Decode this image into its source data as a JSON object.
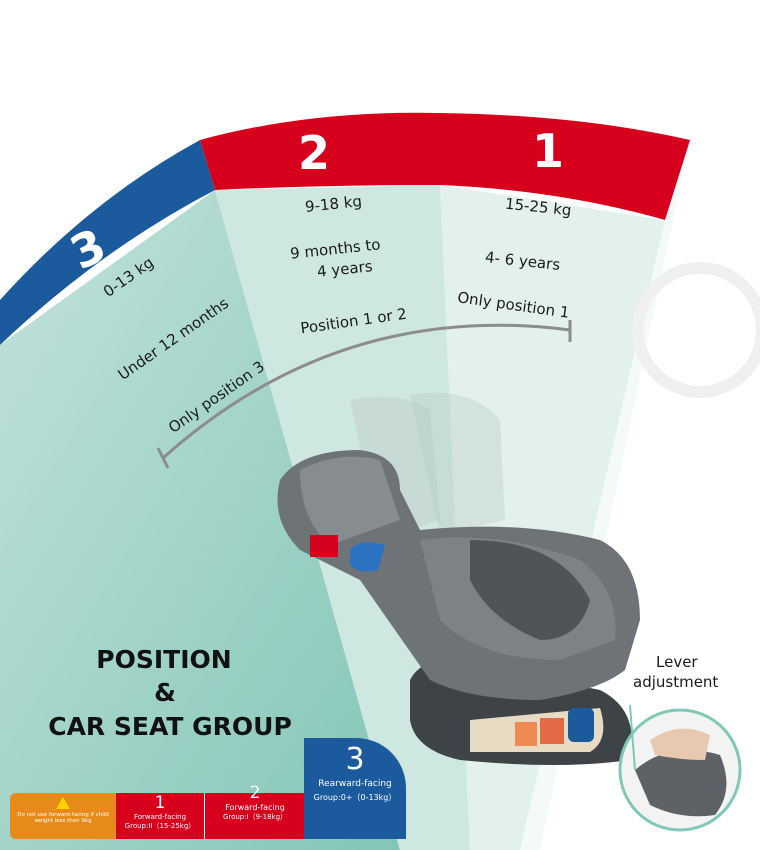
{
  "colors": {
    "blue": "#1c5a9e",
    "red": "#d7001c",
    "teal_light": "#dceee8",
    "teal_mid": "#bfe0d8",
    "teal_dark": "#9fd1c5",
    "orange": "#e88a1a"
  },
  "segments": [
    {
      "number": "3",
      "weight": "0-13 kg",
      "age": "Under 12 months",
      "position": "Only position 3"
    },
    {
      "number": "2",
      "weight": "9-18 kg",
      "age_line1": "9 months to",
      "age_line2": "4 years",
      "position": "Position 1 or 2"
    },
    {
      "number": "1",
      "weight": "15-25 kg",
      "age": "4- 6 years",
      "position": "Only position 1"
    }
  ],
  "heading": {
    "line1": "POSITION",
    "line2": "&",
    "line3": "CAR SEAT GROUP"
  },
  "inset": {
    "label_line1": "Lever",
    "label_line2": "adjustment"
  },
  "legend": {
    "warning_line1": "Do not use forward-facing if child",
    "warning_line2": "weight less then 9kg",
    "g1_number": "1",
    "g1_line1": "Forward-facing",
    "g1_line2": "Group:II（15-25kg）",
    "g2_number": "2",
    "g2_line1": "Forward-facing",
    "g2_line2": "Group:I（9-18kg）",
    "g3_number": "3",
    "g3_line1": "Rearward-facing",
    "g3_line2": "Group:0+（0-13kg）"
  }
}
